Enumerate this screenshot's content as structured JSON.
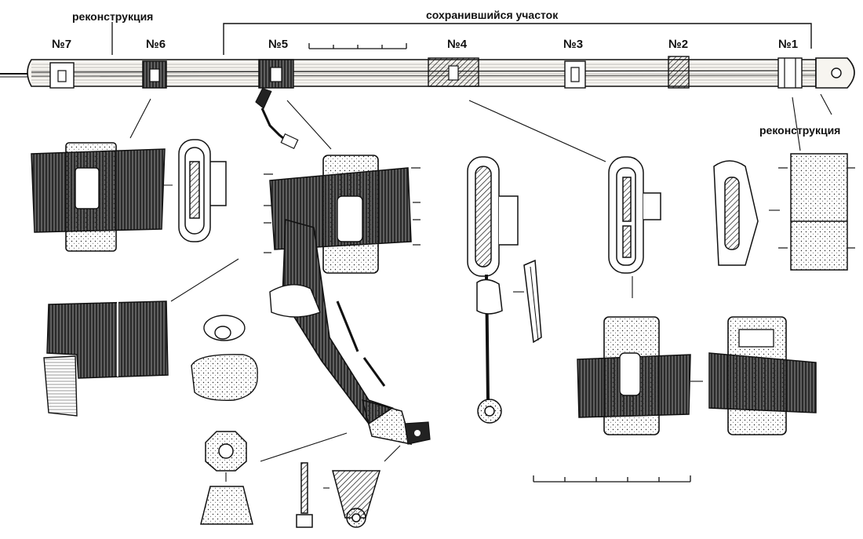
{
  "labels": {
    "reconstruction_left": "реконструкция",
    "reconstruction_right": "реконструкция",
    "preserved_section": "сохранившийся участок"
  },
  "mounts": [
    "№7",
    "№6",
    "№5",
    "№4",
    "№3",
    "№2",
    "№1"
  ],
  "colors": {
    "ink": "#111111",
    "paper": "#ffffff",
    "wood": "#f4f1ea"
  }
}
